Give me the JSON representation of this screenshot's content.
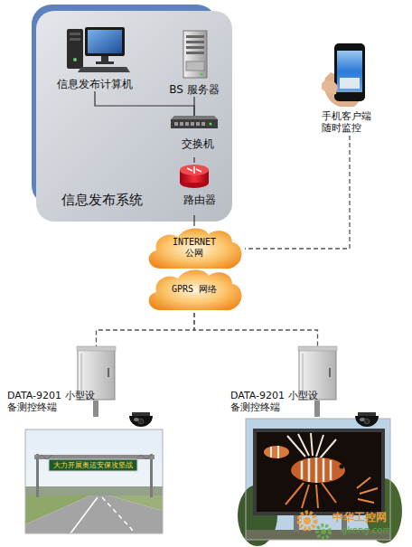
{
  "diagram": {
    "nodes": [
      {
        "text": [
          "信息发布系统"
        ]
      },
      {
        "text": [
          "信息发布计算机"
        ],
        "in": 0
      },
      {
        "text": [
          "BS 服务器"
        ],
        "in": 0
      },
      {
        "text": [
          "交换机"
        ],
        "in": 0
      },
      {
        "text": [
          "路由器"
        ],
        "in": 0
      },
      {
        "text": [
          "手机客户端 随时监控"
        ]
      },
      {
        "text": [
          "INTERNET 公网"
        ]
      },
      {
        "text": [
          "GPRS 网络"
        ]
      },
      {
        "text": [
          "DATA-9201 小型设备测控终端"
        ]
      },
      {
        "text": [
          "DATA-9201 小型设备测控终端"
        ]
      }
    ],
    "edges": [
      {
        "from": 1,
        "to": 3,
        "arrow": "none"
      },
      {
        "from": 2,
        "to": 3,
        "arrow": "none"
      },
      {
        "from": 3,
        "to": 4,
        "arrow": "none"
      },
      {
        "from": 4,
        "to": 6,
        "arrow": "none"
      },
      {
        "from": 5,
        "to": 6,
        "arrow": "none"
      },
      {
        "from": 7,
        "to": 8,
        "arrow": "none"
      },
      {
        "from": 7,
        "to": 9,
        "arrow": "none"
      }
    ],
    "labels": [
      "大力开展奥运安保攻坚战",
      "中华工控网",
      "gkong.com"
    ]
  }
}
